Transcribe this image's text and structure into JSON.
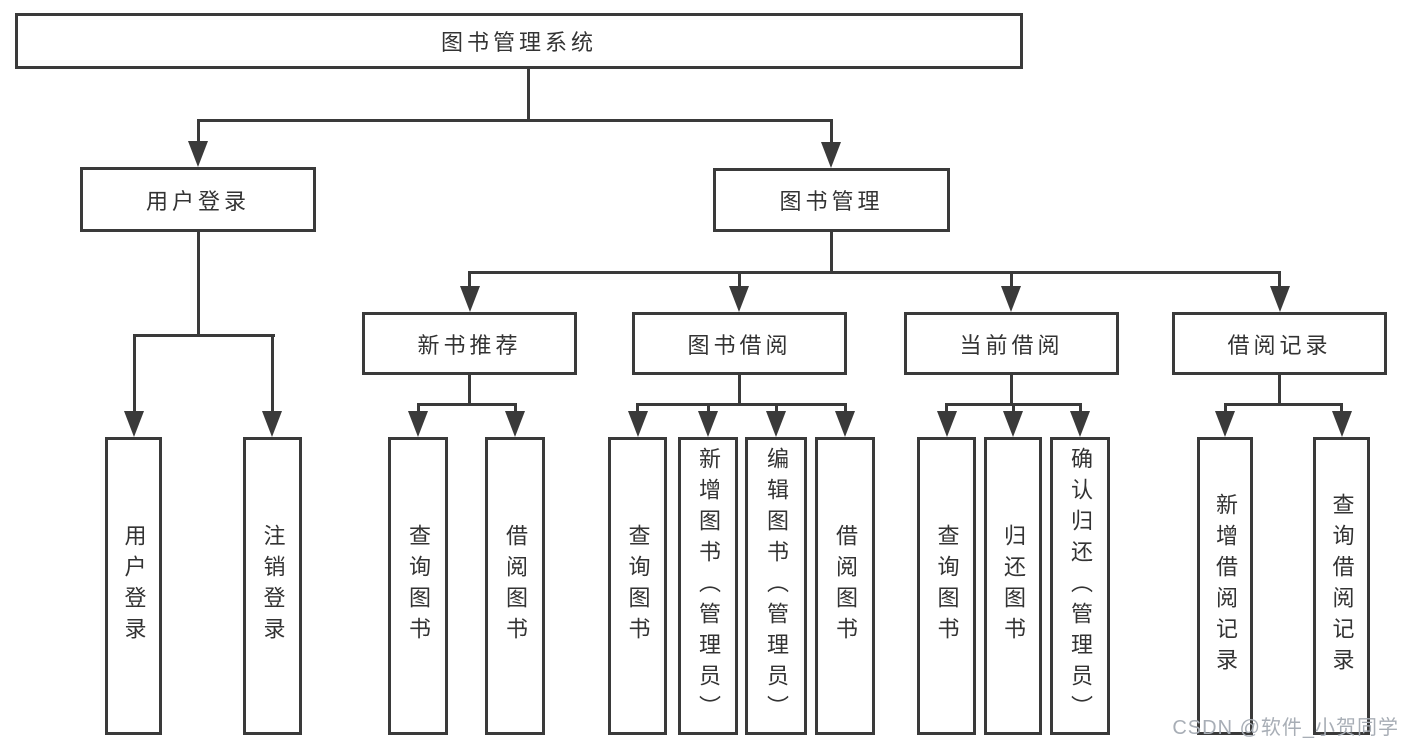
{
  "diagram": {
    "root": {
      "label": "图书管理系统"
    },
    "level2": {
      "user_login": {
        "label": "用户登录"
      },
      "book_management": {
        "label": "图书管理"
      }
    },
    "level3": {
      "new_book_recommendation": {
        "label": "新书推荐"
      },
      "book_borrowing": {
        "label": "图书借阅"
      },
      "current_borrowing": {
        "label": "当前借阅"
      },
      "borrowing_records": {
        "label": "借阅记录"
      }
    },
    "leaves": {
      "user_login": {
        "label": "用户登录"
      },
      "logout": {
        "label": "注销登录"
      },
      "query_books_nb": {
        "label": "查询图书"
      },
      "borrow_books_nb": {
        "label": "借阅图书"
      },
      "query_books_bb": {
        "label": "查询图书"
      },
      "add_book_admin": {
        "label": "新增图书（管理员）"
      },
      "edit_book_admin": {
        "label": "编辑图书（管理员）"
      },
      "borrow_books_bb": {
        "label": "借阅图书"
      },
      "query_books_cb": {
        "label": "查询图书"
      },
      "return_book": {
        "label": "归还图书"
      },
      "confirm_return_admin": {
        "label": "确认归还（管理员）"
      },
      "add_borrow_record": {
        "label": "新增借阅记录"
      },
      "query_borrow_record": {
        "label": "查询借阅记录"
      }
    },
    "watermark": "CSDN @软件_小贺同学",
    "colors": {
      "line": "#3a3a3a",
      "text": "#333333",
      "background": "#ffffff",
      "watermark": "#a8aeb6"
    }
  }
}
